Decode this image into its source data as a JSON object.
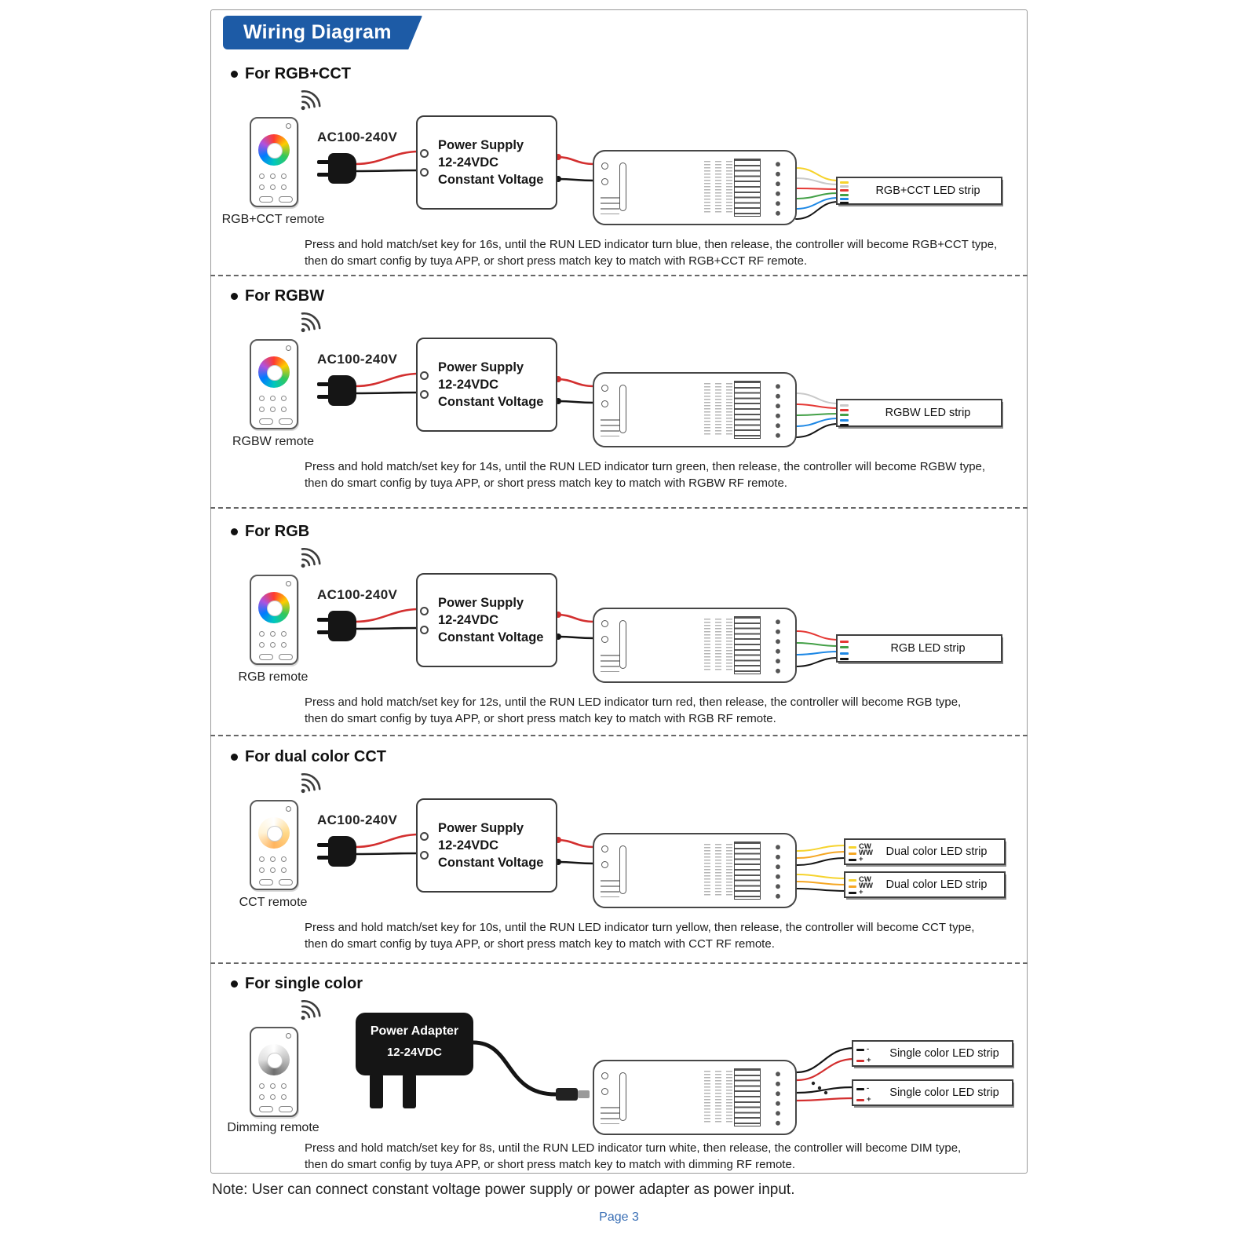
{
  "banner": {
    "title": "Wiring Diagram",
    "color": "#1d5ba6"
  },
  "common": {
    "ac_label": "AC100-240V",
    "psu": {
      "line1": "Power Supply",
      "line2": "12-24VDC",
      "line3": "Constant Voltage"
    },
    "adapter": {
      "line1": "Power Adapter",
      "line2": "12-24VDC"
    }
  },
  "sections": [
    {
      "heading": "For RGB+CCT",
      "remote_label": "RGB+CCT remote",
      "strip_labels": [
        "RGB+CCT LED strip"
      ],
      "wire_colors": [
        "#f6d32d",
        "#c9c9c9",
        "#e53935",
        "#43a047",
        "#1e88e5",
        "#151515"
      ],
      "desc1": "Press and hold match/set key for 16s, until the RUN LED indicator turn blue, then release, the controller will become RGB+CCT type,",
      "desc2": "then do smart config by tuya APP, or short press match key to match with RGB+CCT RF remote."
    },
    {
      "heading": "For RGBW",
      "remote_label": "RGBW remote",
      "strip_labels": [
        "RGBW LED strip"
      ],
      "wire_colors": [
        "#c9c9c9",
        "#e53935",
        "#43a047",
        "#1e88e5",
        "#151515"
      ],
      "desc1": "Press and hold match/set key for 14s, until the RUN LED indicator turn green, then release, the controller will become RGBW type,",
      "desc2": "then do smart config by tuya APP, or short press match key to match with RGBW RF remote."
    },
    {
      "heading": "For RGB",
      "remote_label": "RGB remote",
      "strip_labels": [
        "RGB LED strip"
      ],
      "wire_colors": [
        "#e53935",
        "#43a047",
        "#1e88e5",
        "#151515"
      ],
      "desc1": "Press and hold match/set key for 12s, until the RUN LED indicator turn red, then release, the controller will become RGB type,",
      "desc2": "then do smart config by tuya APP, or short press match key to match with RGB RF remote."
    },
    {
      "heading": "For dual color CCT",
      "remote_label": "CCT remote",
      "strip_labels": [
        "Dual color LED strip",
        "Dual color LED strip"
      ],
      "strip_terminals": [
        "CW",
        "WW",
        "+"
      ],
      "wire_colors": [
        "#f6d32d",
        "#f5a623",
        "#151515"
      ],
      "desc1": "Press and hold match/set key for 10s, until the RUN LED indicator turn yellow, then release, the controller will become CCT type,",
      "desc2": "then do smart config by tuya APP, or short press match key to match with CCT RF remote."
    },
    {
      "heading": "For single color",
      "remote_label": "Dimming remote",
      "strip_labels": [
        "Single color LED strip",
        "Single color LED strip"
      ],
      "strip_terminals": [
        "-",
        "+"
      ],
      "wire_colors": [
        "#151515",
        "#e53935"
      ],
      "desc1": "Press and hold match/set key for 8s, until the RUN LED indicator turn white, then release, the controller will become DIM type,",
      "desc2": "then do smart config by tuya APP, or short press match key to match with dimming RF remote."
    }
  ],
  "footer": {
    "note": "Note: User can connect constant voltage power supply or power adapter as power input.",
    "page": "Page 3"
  }
}
